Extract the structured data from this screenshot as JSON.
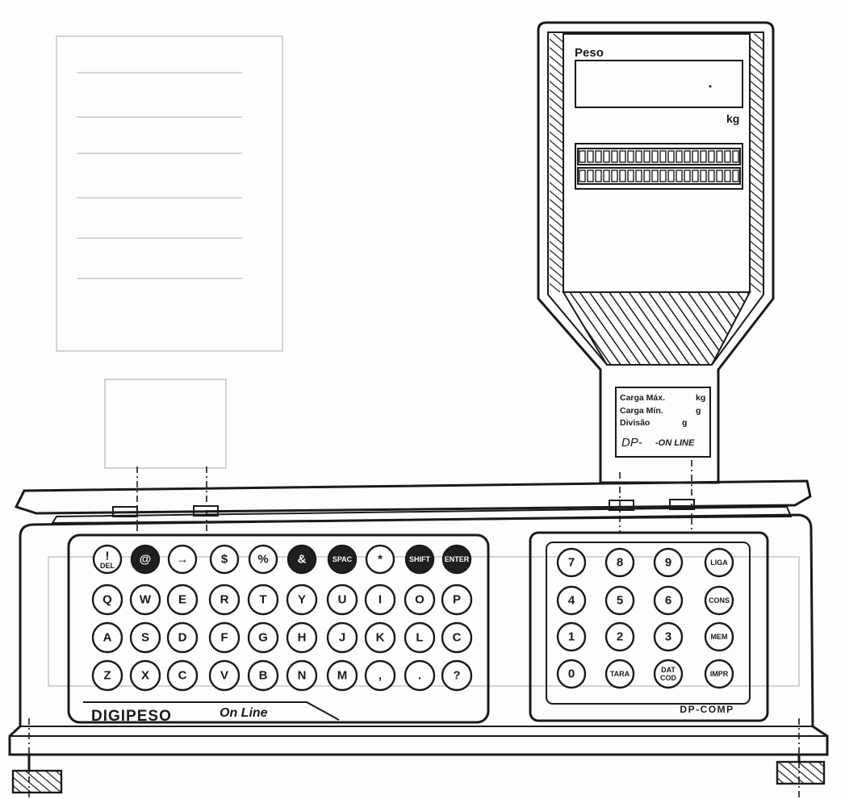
{
  "display": {
    "weight_label": "Peso",
    "unit_label": "kg"
  },
  "specs_plate": {
    "lines": [
      "Carga Máx.",
      "Carga Mín.",
      "Divisão"
    ],
    "units": [
      "kg",
      "g",
      "g"
    ],
    "model_prefix": "DP-",
    "model_suffix": "-ON LINE"
  },
  "left_keypad": {
    "brand": "DIGIPESO",
    "brand_script": "On Line",
    "rows": [
      [
        {
          "label": "!",
          "sub": "DEL",
          "dark": false
        },
        {
          "label": "@",
          "sub": "",
          "dark": true
        },
        {
          "label": "→",
          "sub": "",
          "dark": false
        },
        {
          "label": "$",
          "sub": "",
          "dark": false
        },
        {
          "label": "%",
          "sub": "",
          "dark": false
        },
        {
          "label": "&",
          "sub": "",
          "dark": true
        },
        {
          "label": "SPAC",
          "sub": "",
          "dark": true
        },
        {
          "label": "*",
          "sub": "",
          "dark": false
        },
        {
          "label": "SHIFT",
          "sub": "",
          "dark": true
        },
        {
          "label": "ENTER",
          "sub": "",
          "dark": true
        }
      ],
      [
        {
          "label": "Q"
        },
        {
          "label": "W"
        },
        {
          "label": "E"
        },
        {
          "label": "R"
        },
        {
          "label": "T"
        },
        {
          "label": "Y"
        },
        {
          "label": "U"
        },
        {
          "label": "I"
        },
        {
          "label": "O"
        },
        {
          "label": "P"
        }
      ],
      [
        {
          "label": "A"
        },
        {
          "label": "S"
        },
        {
          "label": "D"
        },
        {
          "label": "F"
        },
        {
          "label": "G"
        },
        {
          "label": "H"
        },
        {
          "label": "J"
        },
        {
          "label": "K"
        },
        {
          "label": "L"
        },
        {
          "label": "C"
        }
      ],
      [
        {
          "label": "Z"
        },
        {
          "label": "X"
        },
        {
          "label": "C"
        },
        {
          "label": "V"
        },
        {
          "label": "B"
        },
        {
          "label": "N"
        },
        {
          "label": "M"
        },
        {
          "label": ","
        },
        {
          "label": "."
        },
        {
          "label": "?"
        }
      ]
    ]
  },
  "right_keypad": {
    "model": "DP-COMP",
    "rows": [
      [
        "7",
        "8",
        "9",
        "LIGA"
      ],
      [
        "4",
        "5",
        "6",
        "CONS"
      ],
      [
        "1",
        "2",
        "3",
        "MEM"
      ],
      [
        "0",
        "TARA",
        "DAT COD",
        "IMPR"
      ]
    ]
  }
}
